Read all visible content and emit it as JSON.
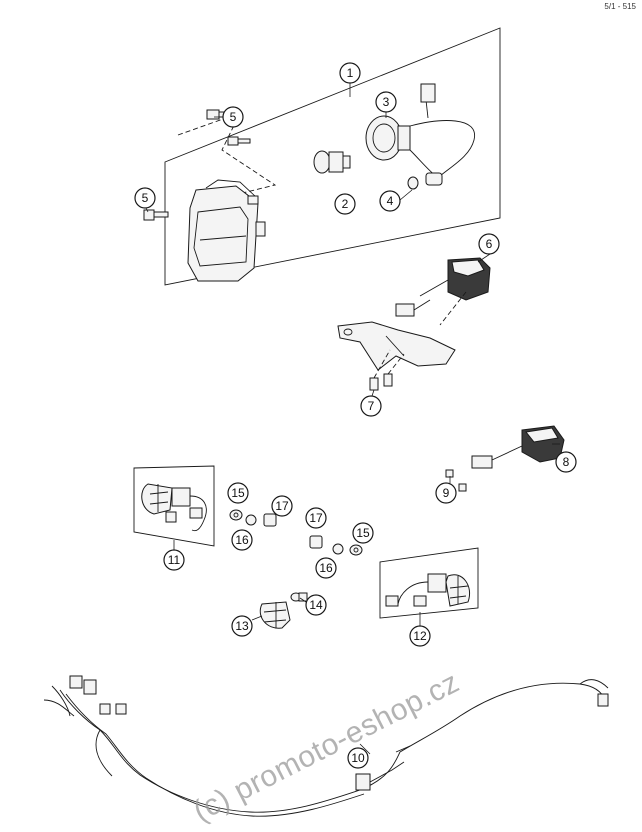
{
  "corner_ref": "5/1 - 515",
  "watermark": "(c) promoto-eshop.cz",
  "callouts": {
    "c1": "1",
    "c2": "2",
    "c3": "3",
    "c4": "4",
    "c5a": "5",
    "c5b": "5",
    "c6": "6",
    "c7": "7",
    "c8": "8",
    "c9": "9",
    "c10": "10",
    "c11": "11",
    "c12": "12",
    "c13": "13",
    "c14": "14",
    "c15a": "15",
    "c15b": "15",
    "c16a": "16",
    "c16b": "16",
    "c17a": "17",
    "c17b": "17"
  },
  "colors": {
    "line": "#1a1a1a",
    "part_fill": "#f4f4f4",
    "watermark": "#9a9a9a"
  }
}
